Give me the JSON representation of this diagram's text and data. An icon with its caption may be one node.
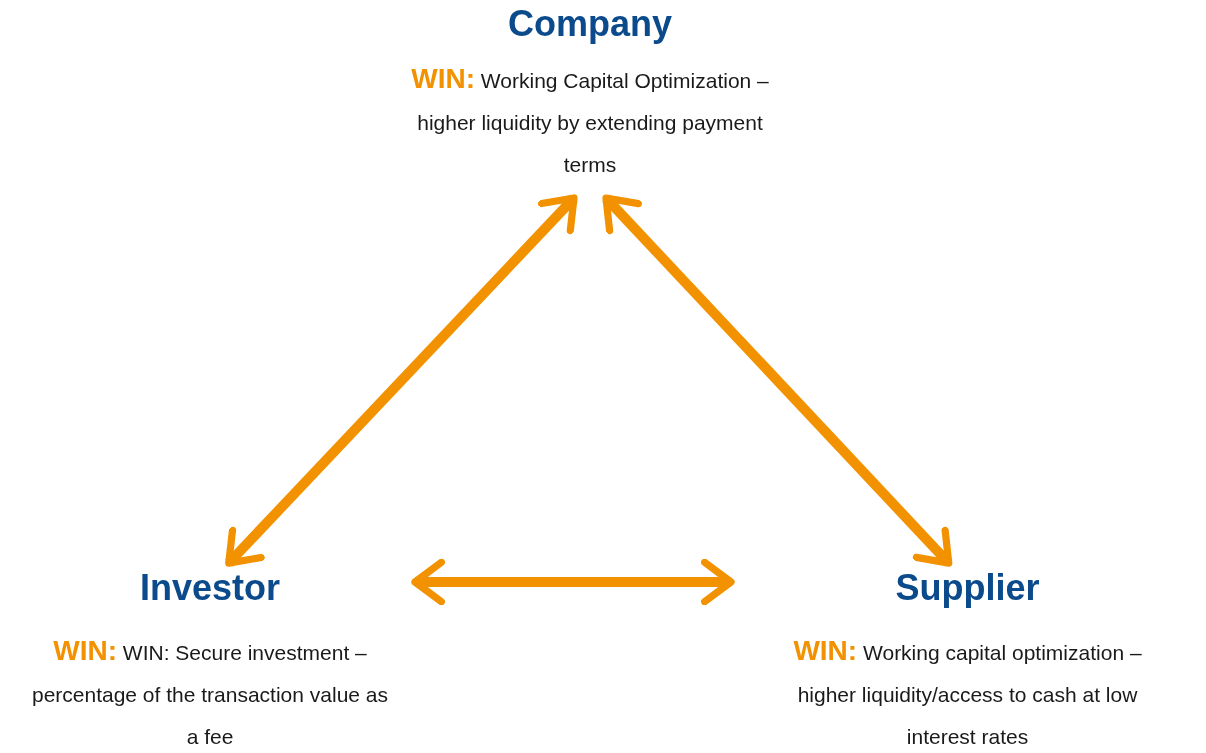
{
  "diagram": {
    "nodes": [
      {
        "text": [
          "Company",
          "**WIN:** Working Capital Optimization – higher liquidity by extending payment terms"
        ]
      },
      {
        "text": [
          "Investor",
          "**WIN:** WIN: Secure investment – percentage of the transaction value as a fee"
        ]
      },
      {
        "text": [
          "Supplier",
          "**WIN:** Working capital optimization – higher liquidity/access to cash at low interest rates"
        ]
      }
    ],
    "edges": [
      {
        "from": 0,
        "to": 1,
        "arrow": "both"
      },
      {
        "from": 0,
        "to": 2,
        "arrow": "both"
      },
      {
        "from": 1,
        "to": 2,
        "arrow": "both"
      }
    ]
  }
}
